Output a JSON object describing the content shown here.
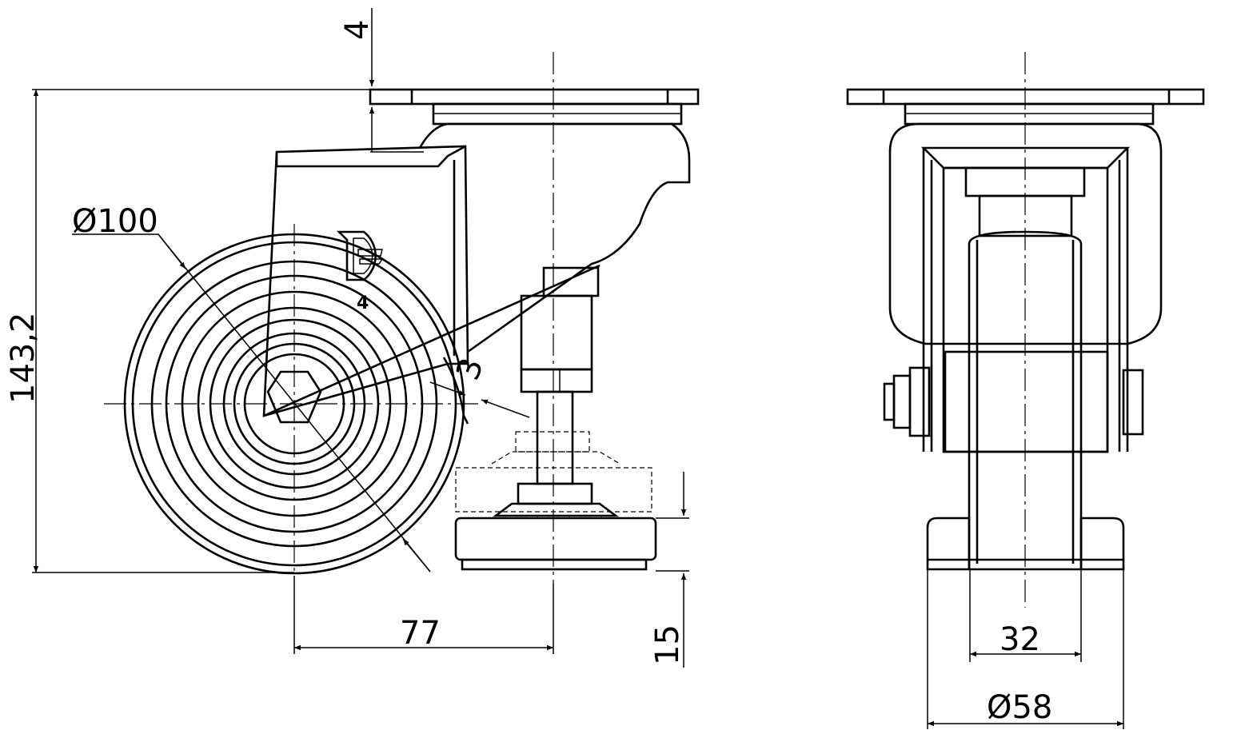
{
  "drawing": {
    "side_view": {
      "dimensions": {
        "plate_thickness": "4",
        "wheel_diameter": "Ø100",
        "overall_height": "143,2",
        "tread_offset": "3",
        "swivel_offset": "77",
        "foot_clearance": "15"
      },
      "logo_letter": "D",
      "logo_label": "4"
    },
    "front_view": {
      "dimensions": {
        "wheel_width": "32",
        "hub_length": "Ø58"
      }
    }
  }
}
